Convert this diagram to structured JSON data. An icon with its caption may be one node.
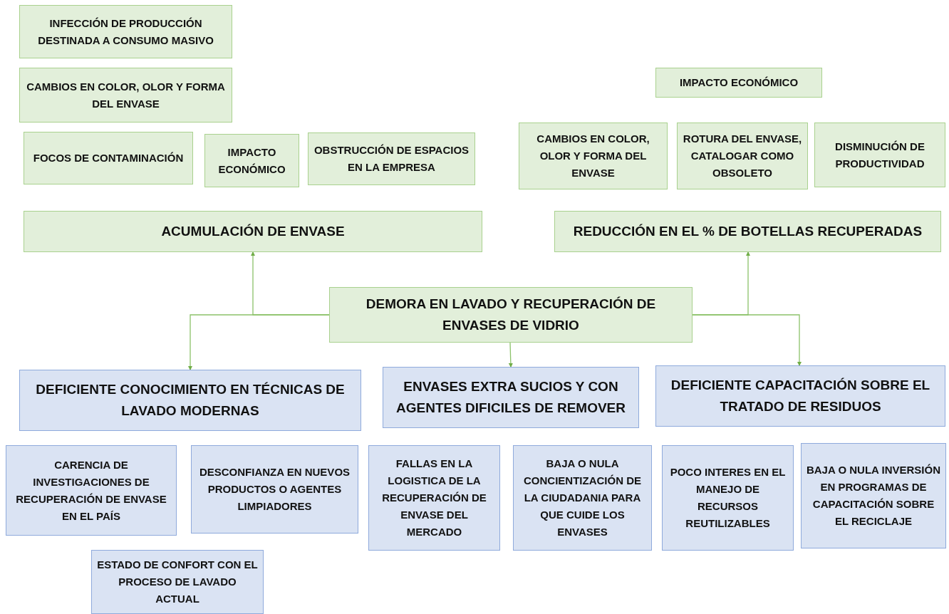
{
  "diagram": {
    "nodes": [
      {
        "text": [
          "INFECCIÓN DE PRODUCCIÓN DESTINADA A CONSUMO MASIVO"
        ]
      },
      {
        "text": [
          "CAMBIOS EN COLOR, OLOR Y FORMA DEL ENVASE"
        ]
      },
      {
        "text": [
          "IMPACTO ECONÓMICO"
        ]
      },
      {
        "text": [
          "FOCOS DE CONTAMINACIÓN"
        ]
      },
      {
        "text": [
          "IMPACTO ECONÓMICO"
        ]
      },
      {
        "text": [
          "OBSTRUCCIÓN DE ESPACIOS EN LA EMPRESA"
        ]
      },
      {
        "text": [
          "CAMBIOS EN COLOR, OLOR Y FORMA DEL ENVASE"
        ]
      },
      {
        "text": [
          "ROTURA DEL ENVASE, CATALOGAR COMO OBSOLETO"
        ]
      },
      {
        "text": [
          "DISMINUCIÓN DE PRODUCTIVIDAD"
        ]
      },
      {
        "text": [
          "ACUMULACIÓN DE ENVASE"
        ]
      },
      {
        "text": [
          "REDUCCIÓN EN EL % DE BOTELLAS RECUPERADAS"
        ]
      },
      {
        "text": [
          "DEMORA EN LAVADO Y RECUPERACIÓN DE ENVASES DE VIDRIO"
        ]
      },
      {
        "text": [
          "DEFICIENTE CONOCIMIENTO EN TÉCNICAS DE LAVADO MODERNAS"
        ]
      },
      {
        "text": [
          "ENVASES EXTRA SUCIOS Y CON AGENTES DIFICILES DE REMOVER"
        ]
      },
      {
        "text": [
          "DEFICIENTE CAPACITACIÓN SOBRE EL TRATADO DE RESIDUOS"
        ]
      },
      {
        "text": [
          "CARENCIA DE INVESTIGACIONES DE RECUPERACIÓN DE ENVASE EN EL PAÍS"
        ]
      },
      {
        "text": [
          "DESCONFIANZA EN NUEVOS PRODUCTOS O AGENTES LIMPIADORES"
        ]
      },
      {
        "text": [
          "FALLAS EN LA LOGISTICA DE LA RECUPERACIÓN DE ENVASE DEL MERCADO"
        ]
      },
      {
        "text": [
          "BAJA O NULA CONCIENTIZACIÓN DE LA CIUDADANIA PARA QUE CUIDE LOS ENVASES"
        ]
      },
      {
        "text": [
          "POCO INTERES EN EL MANEJO DE RECURSOS REUTILIZABLES"
        ]
      },
      {
        "text": [
          "BAJA O NULA INVERSIÓN EN PROGRAMAS DE CAPACITACIÓN SOBRE EL RECICLAJE"
        ]
      },
      {
        "text": [
          "ESTADO DE CONFORT CON EL PROCESO DE LAVADO ACTUAL"
        ]
      }
    ],
    "edges": [
      {
        "from": 11,
        "to": 9,
        "arrow": "to"
      },
      {
        "from": 11,
        "to": 10,
        "arrow": "to"
      },
      {
        "from": 11,
        "to": 12,
        "arrow": "to"
      },
      {
        "from": 11,
        "to": 13,
        "arrow": "to"
      },
      {
        "from": 11,
        "to": 14,
        "arrow": "to"
      }
    ]
  }
}
